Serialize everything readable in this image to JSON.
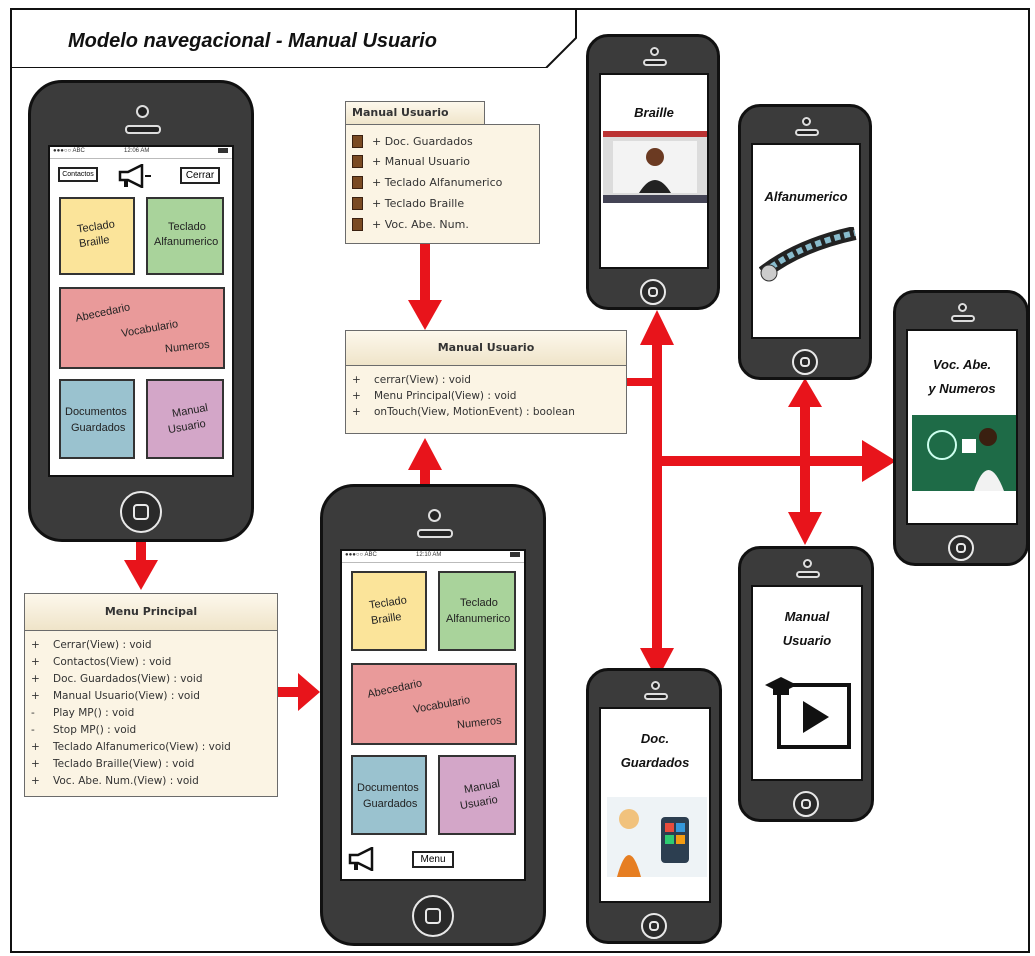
{
  "title": "Modelo navegacional - Manual Usuario",
  "colors": {
    "arrow": "#e8141b",
    "uml_fill": "#fbf4e4",
    "tile_yellow": "#fbe49a",
    "tile_green": "#a9d39b",
    "tile_red": "#e99a9a",
    "tile_blue": "#9ac2cf",
    "tile_purple": "#d3a6c8"
  },
  "main_phone": {
    "status_carrier": "●●●○○ ABC",
    "status_time": "12:06 AM",
    "contactos_label": "Contactos",
    "cerrar_label": "Cerrar",
    "tiles": {
      "braille_1": "Teclado",
      "braille_2": "Braille",
      "alfa_1": "Teclado",
      "alfa_2": "Alfanumerico",
      "abc_1": "Abecedario",
      "abc_2": "Vocabulario",
      "abc_3": "Numeros",
      "doc_1": "Documentos",
      "doc_2": "Guardados",
      "manual_1": "Manual",
      "manual_2": "Usuario"
    }
  },
  "second_phone": {
    "status_carrier": "●●●○○ ABC",
    "status_time": "12:10 AM",
    "menu_label": "Menu",
    "tiles": {
      "braille_1": "Teclado",
      "braille_2": "Braille",
      "alfa_1": "Teclado",
      "alfa_2": "Alfanumerico",
      "abc_1": "Abecedario",
      "abc_2": "Vocabulario",
      "abc_3": "Numeros",
      "doc_1": "Documentos",
      "doc_2": "Guardados",
      "manual_1": "Manual",
      "manual_2": "Usuario"
    }
  },
  "package": {
    "name": "Manual Usuario",
    "items": [
      "+ Doc. Guardados",
      "+ Manual Usuario",
      "+ Teclado Alfanumerico",
      "+ Teclado Braille",
      "+ Voc. Abe. Num."
    ]
  },
  "class_manual": {
    "name": "Manual Usuario",
    "methods": [
      {
        "vis": "+",
        "sig": "cerrar(View) : void"
      },
      {
        "vis": "+",
        "sig": "Menu Principal(View) : void"
      },
      {
        "vis": "+",
        "sig": "onTouch(View, MotionEvent) : boolean"
      }
    ]
  },
  "class_menu": {
    "name": "Menu Principal",
    "methods": [
      {
        "vis": "+",
        "sig": "Cerrar(View) : void"
      },
      {
        "vis": "+",
        "sig": "Contactos(View) : void"
      },
      {
        "vis": "+",
        "sig": "Doc. Guardados(View) : void"
      },
      {
        "vis": "+",
        "sig": "Manual Usuario(View) : void"
      },
      {
        "vis": "-",
        "sig": "Play MP() : void"
      },
      {
        "vis": "-",
        "sig": "Stop MP() : void"
      },
      {
        "vis": "+",
        "sig": "Teclado Alfanumerico(View) : void"
      },
      {
        "vis": "+",
        "sig": "Teclado Braille(View) : void"
      },
      {
        "vis": "+",
        "sig": "Voc. Abe. Num.(View) : void"
      }
    ]
  },
  "screens": {
    "braille": "Braille",
    "alfanumerico": "Alfanumerico",
    "voc_1": "Voc. Abe.",
    "voc_2": "y Numeros",
    "manual_1": "Manual",
    "manual_2": "Usuario",
    "doc_1": "Doc.",
    "doc_2": "Guardados"
  }
}
